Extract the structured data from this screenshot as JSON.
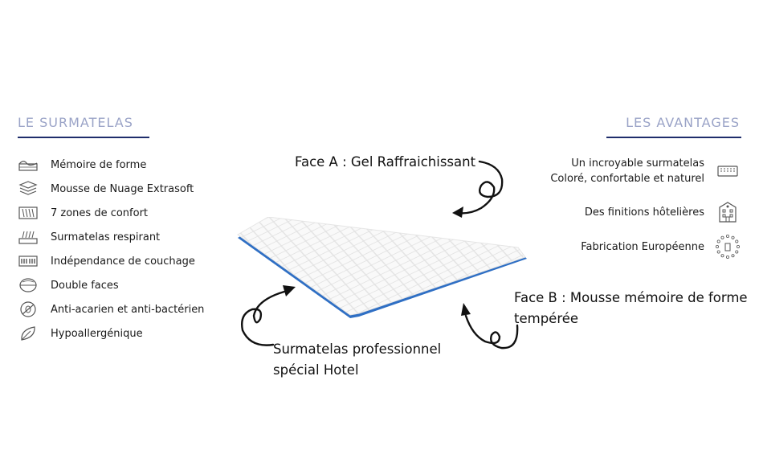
{
  "left": {
    "title": "LE SURMATELAS",
    "items": [
      {
        "label": "Mémoire de forme",
        "icon": "memory-foam-icon"
      },
      {
        "label": "Mousse de Nuage Extrasoft",
        "icon": "foam-layers-icon"
      },
      {
        "label": "7 zones de confort",
        "icon": "comfort-zones-icon"
      },
      {
        "label": "Surmatelas respirant",
        "icon": "breathable-icon"
      },
      {
        "label": "Indépendance de couchage",
        "icon": "independence-icon"
      },
      {
        "label": "Double faces",
        "icon": "double-face-icon"
      },
      {
        "label": "Anti-acarien et anti-bactérien",
        "icon": "anti-mite-icon"
      },
      {
        "label": "Hypoallergénique",
        "icon": "leaf-icon"
      }
    ]
  },
  "right": {
    "title": "LES AVANTAGES",
    "items": [
      {
        "line1": "Un incroyable surmatelas",
        "line2": "Coloré, confortable et naturel",
        "icon": "mattress-icon"
      },
      {
        "line1": "Des finitions hôtelières",
        "line2": "",
        "icon": "hotel-icon"
      },
      {
        "line1": "Fabrication Européenne",
        "line2": "",
        "icon": "eu-stars-icon"
      }
    ]
  },
  "callouts": {
    "face_a": "Face A : Gel Raffraichissant",
    "face_b_1": "Face B : Mousse mémoire de forme",
    "face_b_2": "tempérée",
    "pro_1": "Surmatelas professionnel",
    "pro_2": "spécial Hotel"
  },
  "colors": {
    "accent": "#1f2d6b",
    "title": "#9aa3c7",
    "edge": "#3f8bd6"
  }
}
